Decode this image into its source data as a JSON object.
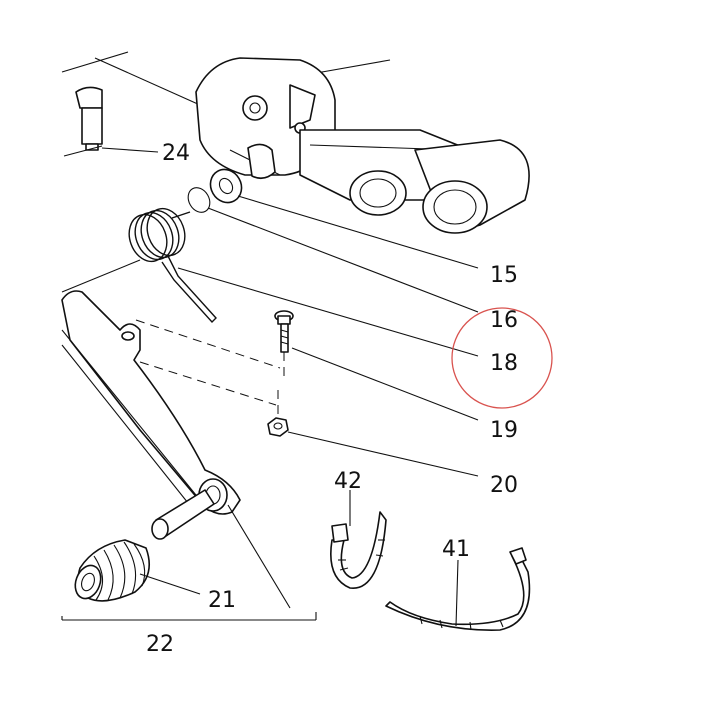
{
  "labels": {
    "l15": "15",
    "l16": "16",
    "l18": "18",
    "l19": "19",
    "l20": "20",
    "l21": "21",
    "l22": "22",
    "l24": "24",
    "l41": "41",
    "l42": "42"
  },
  "highlight": {
    "target_label": "18",
    "color": "#d9534f"
  }
}
